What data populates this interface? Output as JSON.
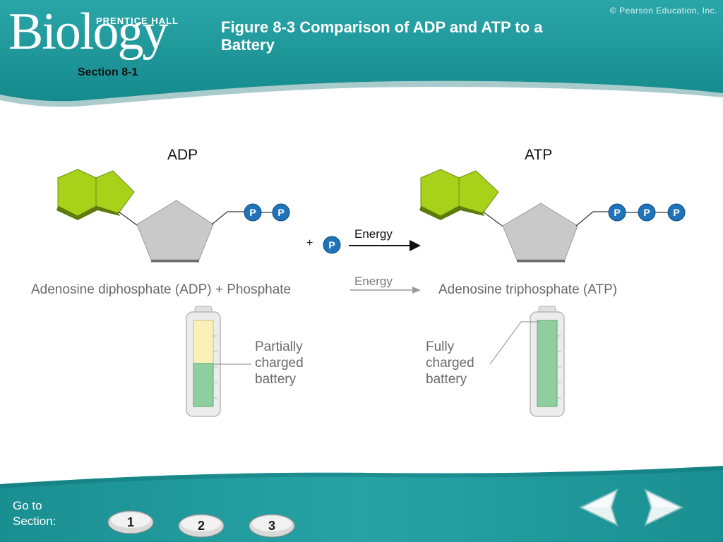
{
  "header": {
    "logo_main": "Biology",
    "logo_publisher": "PRENTICE HALL",
    "copyright": "© Pearson Education, Inc.",
    "title": "Figure 8-3 Comparison of ADP and ATP to a Battery",
    "section": "Section 8-1"
  },
  "diagram": {
    "adp_label": "ADP",
    "atp_label": "ATP",
    "phosphate_symbol": "P",
    "plus": "+",
    "energy_label": "Energy",
    "equation": {
      "left": "Adenosine diphosphate (ADP) + Phosphate",
      "energy": "Energy",
      "right": "Adenosine triphosphate (ATP)"
    },
    "batteries": {
      "partial_label": "Partially charged battery",
      "partial_charge": 0.5,
      "full_label": "Fully charged battery",
      "full_charge": 1.0
    }
  },
  "footer": {
    "goto_label": "Go to Section:",
    "section_buttons": [
      "1",
      "2",
      "3"
    ]
  },
  "colors": {
    "teal": "#1f9a9c",
    "teal_dark": "#0d6f73",
    "phosphate_blue": "#1f73b8",
    "ring_green": "#a8d21a",
    "sugar_gray": "#c9c9c9",
    "battery_green": "#8fcf9f",
    "battery_yellow": "#fbf0b8"
  }
}
